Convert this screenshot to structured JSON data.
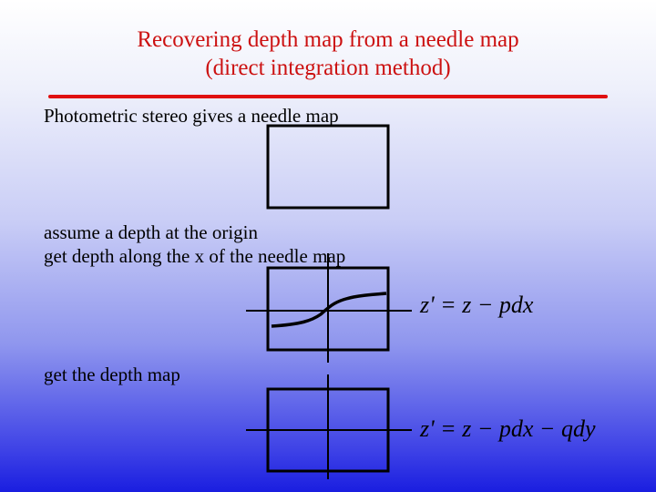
{
  "title": {
    "line1": "Recovering depth map from a needle map",
    "line2": "(direct integration method)"
  },
  "body": {
    "step1": "Photometric stereo gives a needle map",
    "step2_line1": "assume a depth at the origin",
    "step2_line2": "get depth along the x of the needle map",
    "step3": "get the depth map"
  },
  "equations": {
    "eq1": "z' = z − pdx",
    "eq2": "z' = z − pdx − qdy"
  },
  "colors": {
    "title": "#cc1111",
    "rule": "#e01010",
    "background_bottom": "#1a1ee0"
  }
}
